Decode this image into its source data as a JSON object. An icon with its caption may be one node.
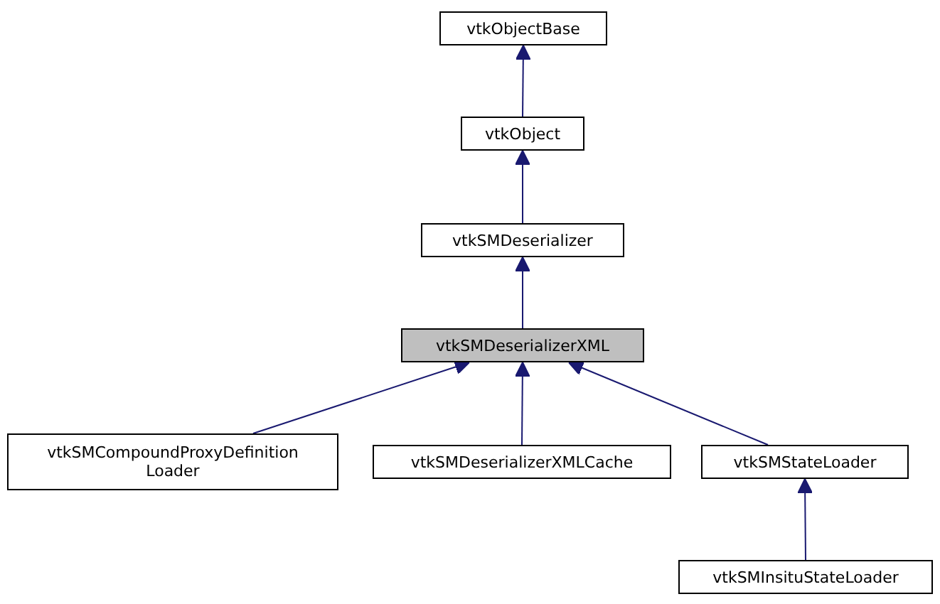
{
  "diagram": {
    "nodes": [
      {
        "text": [
          "vtkObjectBase"
        ]
      },
      {
        "text": [
          "vtkObject"
        ]
      },
      {
        "text": [
          "vtkSMDeserializer"
        ]
      },
      {
        "text": [
          "vtkSMDeserializerXML"
        ]
      },
      {
        "text": [
          "vtkSMCompoundProxyDefinition Loader"
        ]
      },
      {
        "text": [
          "vtkSMDeserializerXMLCache"
        ]
      },
      {
        "text": [
          "vtkSMStateLoader"
        ]
      },
      {
        "text": [
          "vtkSMInsituStateLoader"
        ]
      }
    ],
    "edges": [
      {
        "from": 1,
        "to": 0,
        "arrow": "to"
      },
      {
        "from": 2,
        "to": 1,
        "arrow": "to"
      },
      {
        "from": 3,
        "to": 2,
        "arrow": "to"
      },
      {
        "from": 4,
        "to": 3,
        "arrow": "to"
      },
      {
        "from": 5,
        "to": 3,
        "arrow": "to"
      },
      {
        "from": 6,
        "to": 3,
        "arrow": "to"
      },
      {
        "from": 7,
        "to": 6,
        "arrow": "to"
      }
    ]
  }
}
